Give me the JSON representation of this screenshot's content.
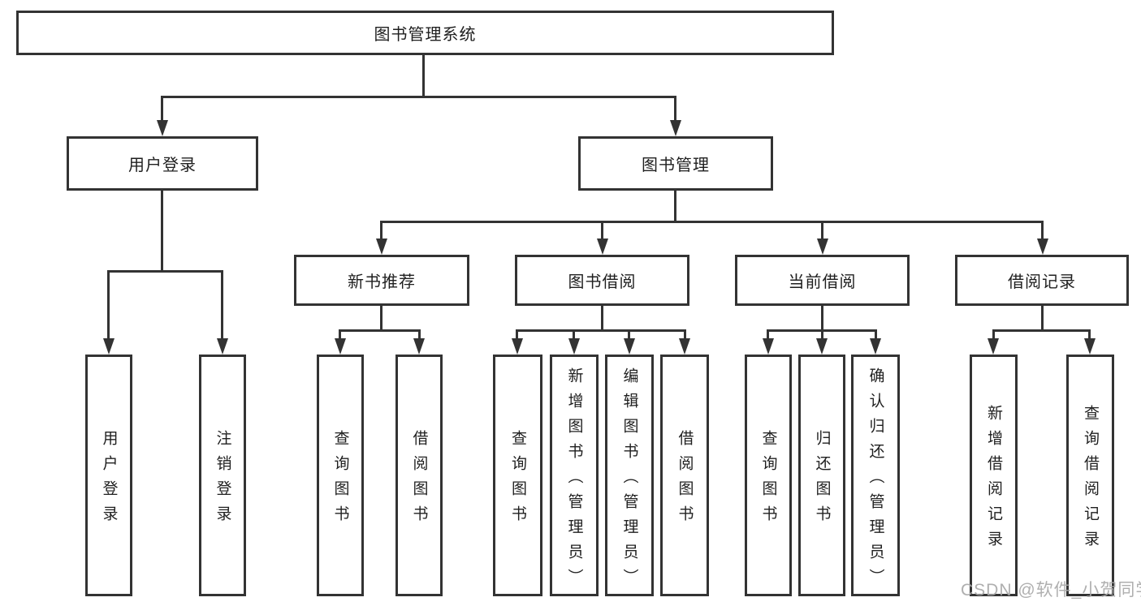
{
  "tree": {
    "label": "图书管理系统",
    "children": [
      {
        "label": "用户登录",
        "children": [
          {
            "label": "用户登录"
          },
          {
            "label": "注销登录"
          }
        ]
      },
      {
        "label": "图书管理",
        "children": [
          {
            "label": "新书推荐",
            "children": [
              {
                "label": "查询图书"
              },
              {
                "label": "借阅图书"
              }
            ]
          },
          {
            "label": "图书借阅",
            "children": [
              {
                "label": "查询图书"
              },
              {
                "label": "新增图书（管理员）"
              },
              {
                "label": "编辑图书（管理员）"
              },
              {
                "label": "借阅图书"
              }
            ]
          },
          {
            "label": "当前借阅",
            "children": [
              {
                "label": "查询图书"
              },
              {
                "label": "归还图书"
              },
              {
                "label": "确认归还（管理员）"
              }
            ]
          },
          {
            "label": "借阅记录",
            "children": [
              {
                "label": "新增借阅记录"
              },
              {
                "label": "查询借阅记录"
              }
            ]
          }
        ]
      }
    ]
  },
  "watermark": {
    "text": "CSDN @软件_小贺同学"
  },
  "colors": {
    "line": "#333333",
    "box_fill": "#ffffff",
    "text": "#1f1f1f",
    "watermark": "#a9a9a9",
    "background": "#ffffff"
  }
}
